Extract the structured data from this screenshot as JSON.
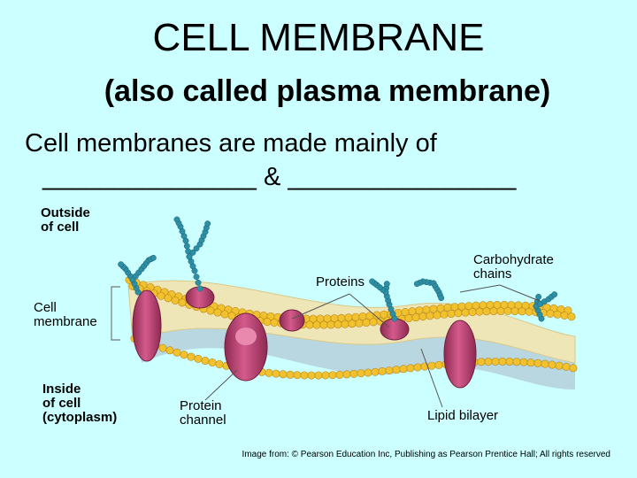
{
  "slide": {
    "title": "CELL MEMBRANE",
    "subtitle": "(also called plasma membrane)",
    "sentence_line1": "Cell membranes are made mainly of",
    "sentence_line2": "_______________ & ________________"
  },
  "diagram": {
    "labels": {
      "outside_1": "Outside",
      "outside_2": "of cell",
      "proteins": "Proteins",
      "carbo_1": "Carbohydrate",
      "carbo_2": "chains",
      "membrane_1": "Cell",
      "membrane_2": "membrane",
      "inside_1": "Inside",
      "inside_2": "of cell",
      "inside_3": "(cytoplasm)",
      "channel_1": "Protein",
      "channel_2": "channel",
      "bilayer": "Lipid bilayer"
    },
    "credit": "Image from: © Pearson Education Inc, Publishing as Pearson Prentice Hall; All rights reserved",
    "colors": {
      "background": "#ccffff",
      "lipid_head": "#f2c22e",
      "lipid_tail": "#efe6b8",
      "protein": "#b83a6e",
      "carbohydrate": "#2d8fa6"
    }
  }
}
